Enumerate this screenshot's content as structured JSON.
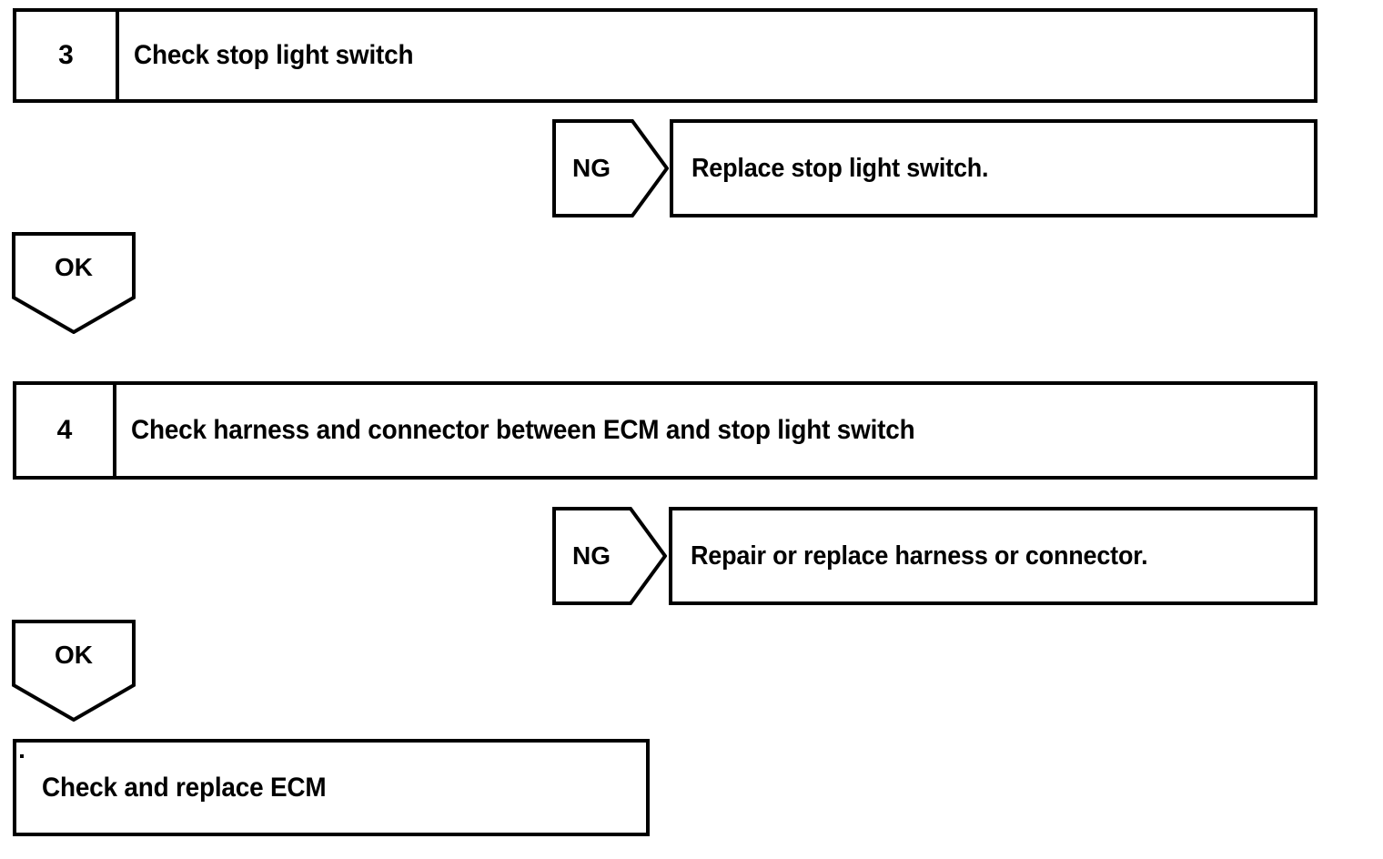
{
  "document": {
    "kind": "diagnostic-troubleshooting-flowchart",
    "background_color": "#ffffff",
    "line_color": "#000000"
  },
  "steps": [
    {
      "number": "3",
      "title": "Check stop light switch",
      "branch": {
        "label": "NG",
        "action": "Replace stop light switch."
      },
      "pass": {
        "label": "OK"
      }
    },
    {
      "number": "4",
      "title": "Check harness and connector between ECM and stop light switch",
      "branch": {
        "label": "NG",
        "action": "Repair or replace harness or connector."
      },
      "pass": {
        "label": "OK"
      }
    }
  ],
  "final": {
    "text": "Check and replace ECM"
  }
}
